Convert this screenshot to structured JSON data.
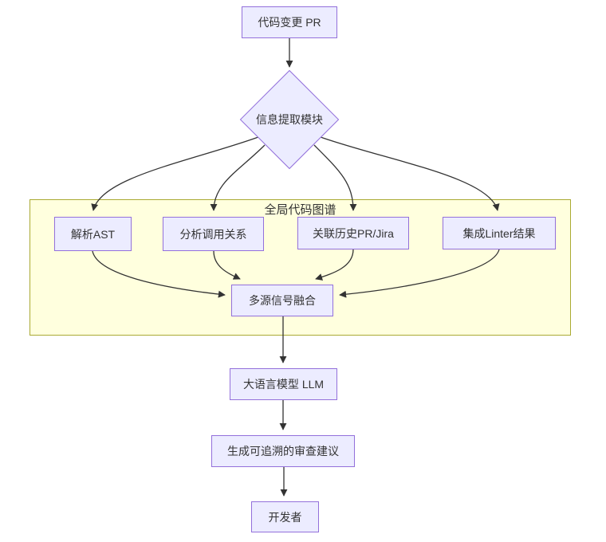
{
  "diagram": {
    "type": "flowchart",
    "direction": "top-down",
    "nodes": {
      "pr": {
        "label": "代码变更 PR",
        "shape": "rect"
      },
      "extract": {
        "label": "信息提取模块",
        "shape": "diamond"
      },
      "ast": {
        "label": "解析AST",
        "shape": "rect"
      },
      "call": {
        "label": "分析调用关系",
        "shape": "rect"
      },
      "history": {
        "label": "关联历史PR/Jira",
        "shape": "rect"
      },
      "linter": {
        "label": "集成Linter结果",
        "shape": "rect"
      },
      "fusion": {
        "label": "多源信号融合",
        "shape": "rect"
      },
      "llm": {
        "label": "大语言模型 LLM",
        "shape": "rect"
      },
      "review": {
        "label": "生成可追溯的审查建议",
        "shape": "rect"
      },
      "dev": {
        "label": "开发者",
        "shape": "rect"
      }
    },
    "container": {
      "label": "全局代码图谱",
      "contains": [
        "ast",
        "call",
        "history",
        "linter",
        "fusion"
      ]
    },
    "edges": [
      {
        "from": "pr",
        "to": "extract"
      },
      {
        "from": "extract",
        "to": "ast"
      },
      {
        "from": "extract",
        "to": "call"
      },
      {
        "from": "extract",
        "to": "history"
      },
      {
        "from": "extract",
        "to": "linter"
      },
      {
        "from": "ast",
        "to": "fusion"
      },
      {
        "from": "call",
        "to": "fusion"
      },
      {
        "from": "history",
        "to": "fusion"
      },
      {
        "from": "linter",
        "to": "fusion"
      },
      {
        "from": "fusion",
        "to": "llm"
      },
      {
        "from": "llm",
        "to": "review"
      },
      {
        "from": "review",
        "to": "dev"
      }
    ],
    "colors": {
      "node_fill": "#ECECFF",
      "node_border": "#9370DB",
      "container_fill": "#FFFFDE",
      "container_border": "#AAAA33",
      "edge": "#333333",
      "text": "#333333",
      "bg": "#FFFFFF"
    }
  }
}
